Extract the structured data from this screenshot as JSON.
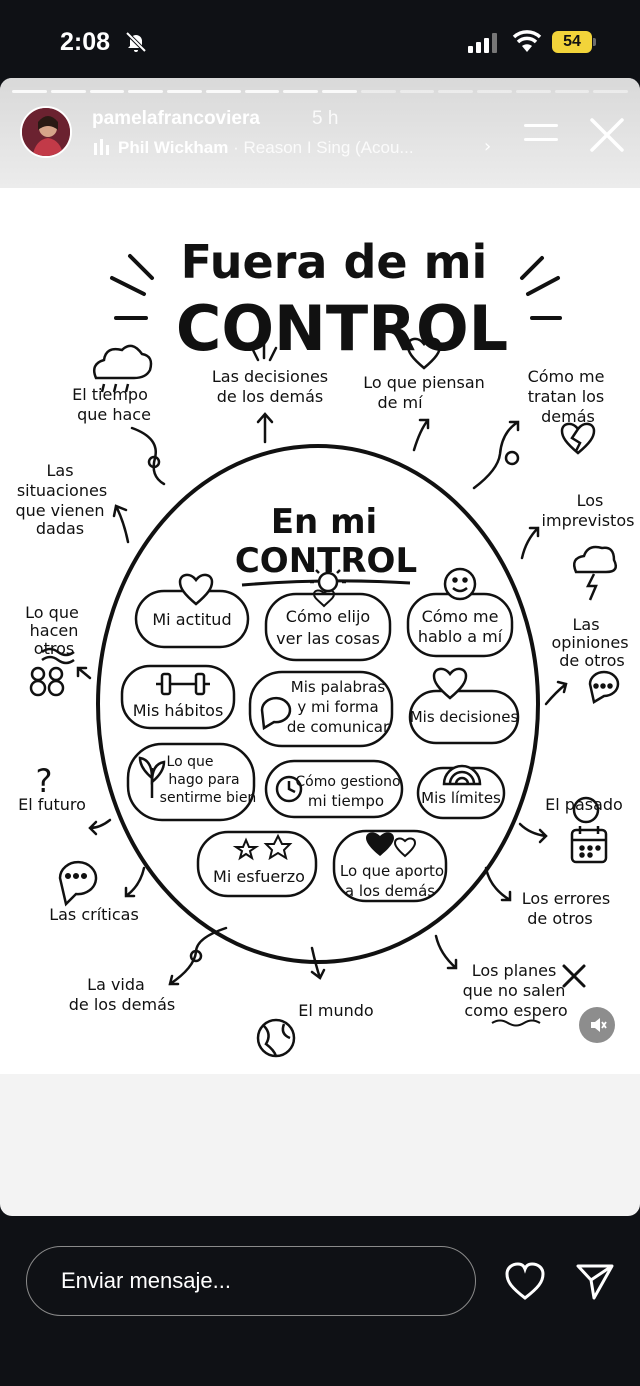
{
  "status": {
    "time": "2:08",
    "battery": "54"
  },
  "story": {
    "username": "pamelafrancoviera",
    "age": "5 h",
    "music_artist": "Phil Wickham",
    "music_song": "· Reason I Sing (Acou...",
    "music_chevron": "›"
  },
  "poster": {
    "title_line1": "Fuera de mi",
    "title_line2": "CONTROL",
    "inner_title_line1": "En mi",
    "inner_title_line2": "CONTROL",
    "outside": {
      "tiempo": [
        "El tiempo",
        "que hace"
      ],
      "decisiones_demas": [
        "Las decisiones",
        "de los demás"
      ],
      "piensan": [
        "Lo que piensan",
        "de mí"
      ],
      "tratan": [
        "Cómo me",
        "tratan los",
        "demás"
      ],
      "situaciones": [
        "Las",
        "situaciones",
        "que vienen",
        "dadas"
      ],
      "imprevistos": [
        "Los",
        "imprevistos"
      ],
      "hacen_otros": [
        "Lo que",
        "hacen",
        "otros"
      ],
      "opiniones": [
        "Las",
        "opiniones",
        "de otros"
      ],
      "futuro": [
        "El futuro"
      ],
      "pasado": [
        "El pasado"
      ],
      "criticas": [
        "Las críticas"
      ],
      "errores": [
        "Los errores",
        "de otros"
      ],
      "vida": [
        "La vida",
        "de los demás"
      ],
      "mundo": [
        "El mundo"
      ],
      "planes": [
        "Los planes",
        "que no salen",
        "como espero"
      ]
    },
    "inside": {
      "actitud": [
        "Mi actitud"
      ],
      "como_elijo": [
        "Cómo elijo",
        "ver las cosas"
      ],
      "como_hablo": [
        "Cómo me",
        "hablo a mí"
      ],
      "habitos": [
        "Mis hábitos"
      ],
      "palabras": [
        "Mis palabras",
        "y mi forma",
        "de comunicar"
      ],
      "mis_decisiones": [
        "Mis decisiones"
      ],
      "sentirme": [
        "Lo que",
        "hago para",
        "sentirme bien"
      ],
      "gestiono": [
        "Cómo gestiono",
        "mi tiempo"
      ],
      "limites": [
        "Mis límites"
      ],
      "esfuerzo": [
        "Mi esfuerzo"
      ],
      "aporto": [
        "Lo que aporto",
        "a los demás"
      ]
    }
  },
  "bottom": {
    "message_placeholder": "Enviar mensaje..."
  },
  "colors": {
    "background": "#0f1115",
    "story_bg": "#f3f3f3",
    "battery": "#f2d43a"
  }
}
